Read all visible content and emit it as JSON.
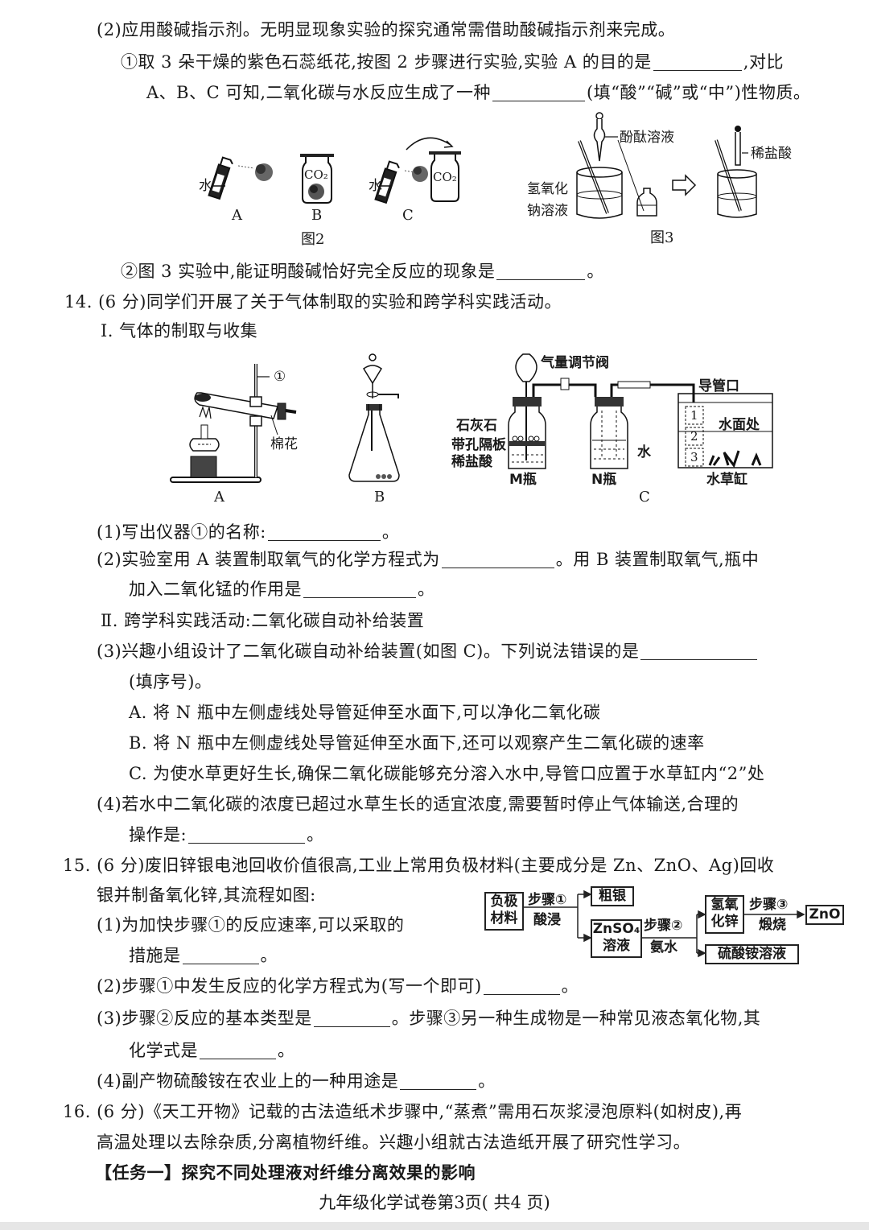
{
  "q13": {
    "part2_intro": "(2)应用酸碱指示剂。无明显现象实验的探究通常需借助酸碱指示剂来完成。",
    "sub1_line1": "①取 3 朵干燥的紫色石蕊纸花,按图 2 步骤进行实验,实验 A 的目的是",
    "sub1_line1_end": ",对比",
    "sub1_line2": "A、B、C 可知,二氧化碳与水反应生成了一种",
    "sub1_line2_end": "(填“酸”“碱”或“中”)性物质。",
    "fig2": {
      "water_label_a": "水",
      "water_label_c": "水",
      "co2_b": "CO₂",
      "co2_c": "CO₂",
      "label_a": "A",
      "label_b": "B",
      "label_c": "C",
      "caption": "图2"
    },
    "fig3": {
      "phenolphthalein": "酚酞溶液",
      "naoh_line1": "氢氧化",
      "naoh_line2": "钠溶液",
      "dilute_hcl": "稀盐酸",
      "caption": "图3"
    },
    "sub2": "②图 3 实验中,能证明酸碱恰好完全反应的现象是",
    "sub2_end": "。"
  },
  "q14": {
    "header": "14. (6 分)同学们开展了关于气体制取的实验和跨学科实践活动。",
    "section1": "Ⅰ. 气体的制取与收集",
    "figA": {
      "marker": "①",
      "cotton": "棉花",
      "label": "A"
    },
    "figB": {
      "label": "B"
    },
    "figC": {
      "valve": "气量调节阀",
      "limestone": "石灰石",
      "plate": "带孔隔板",
      "acid": "稀盐酸",
      "bottle_m": "M瓶",
      "bottle_n": "N瓶",
      "water": "水",
      "outlet": "导管口",
      "surface": "水面处",
      "tank": "水草缸",
      "pos1": "1",
      "pos2": "2",
      "pos3": "3",
      "label": "C"
    },
    "p1": "(1)写出仪器①的名称:",
    "p1_end": "。",
    "p2_line1": "(2)实验室用 A 装置制取氧气的化学方程式为",
    "p2_line1_end": "。用 B 装置制取氧气,瓶中",
    "p2_line2": "加入二氧化锰的作用是",
    "p2_line2_end": "。",
    "section2": "Ⅱ. 跨学科实践活动:二氧化碳自动补给装置",
    "p3_line1": "(3)兴趣小组设计了二氧化碳自动补给装置(如图 C)。下列说法错误的是",
    "p3_line2": "(填序号)。",
    "options": [
      "A. 将 N 瓶中左侧虚线处导管延伸至水面下,可以净化二氧化碳",
      "B. 将 N 瓶中左侧虚线处导管延伸至水面下,还可以观察产生二氧化碳的速率",
      "C. 为使水草更好生长,确保二氧化碳能够充分溶入水中,导管口应置于水草缸内“2”处"
    ],
    "p4_line1": "(4)若水中二氧化碳的浓度已超过水草生长的适宜浓度,需要暂时停止气体输送,合理的",
    "p4_line2": "操作是:",
    "p4_end": "。"
  },
  "q15": {
    "header": "15. (6 分)废旧锌银电池回收价值很高,工业上常用负极材料(主要成分是 Zn、ZnO、Ag)回收",
    "line2": "银并制备氧化锌,其流程如图:",
    "p1_line1": "(1)为加快步骤①的反应速率,可以采取的",
    "p1_line2": "措施是",
    "p1_end": "。",
    "p2": "(2)步骤①中发生反应的化学方程式为(写一个即可)",
    "p2_end": "。",
    "p3_line1": "(3)步骤②反应的基本类型是",
    "p3_line1_mid": "。步骤③另一种生成物是一种常见液态氧化物,其",
    "p3_line2": "化学式是",
    "p3_end": "。",
    "p4": "(4)副产物硫酸铵在农业上的一种用途是",
    "p4_end": "。",
    "flow": {
      "start_l1": "负极",
      "start_l2": "材料",
      "step1": "步骤①",
      "step1_sub": "酸浸",
      "crude_silver": "粗银",
      "znso4_l1": "ZnSO₄",
      "znso4_l2": "溶液",
      "step2": "步骤②",
      "step2_sub": "氨水",
      "zn_oh_l1": "氢氧",
      "zn_oh_l2": "化锌",
      "step3": "步骤③",
      "step3_sub": "煅烧",
      "zno": "ZnO",
      "ammonium": "硫酸铵溶液"
    }
  },
  "q16": {
    "line1": "16. (6 分)《天工开物》记载的古法造纸术步骤中,“蒸煮”需用石灰浆浸泡原料(如树皮),再",
    "line2": "高温处理以去除杂质,分离植物纤维。兴趣小组就古法造纸开展了研究性学习。",
    "task1": "【任务一】探究不同处理液对纤维分离效果的影响"
  },
  "footer": "九年级化学试卷第3页( 共4 页)"
}
